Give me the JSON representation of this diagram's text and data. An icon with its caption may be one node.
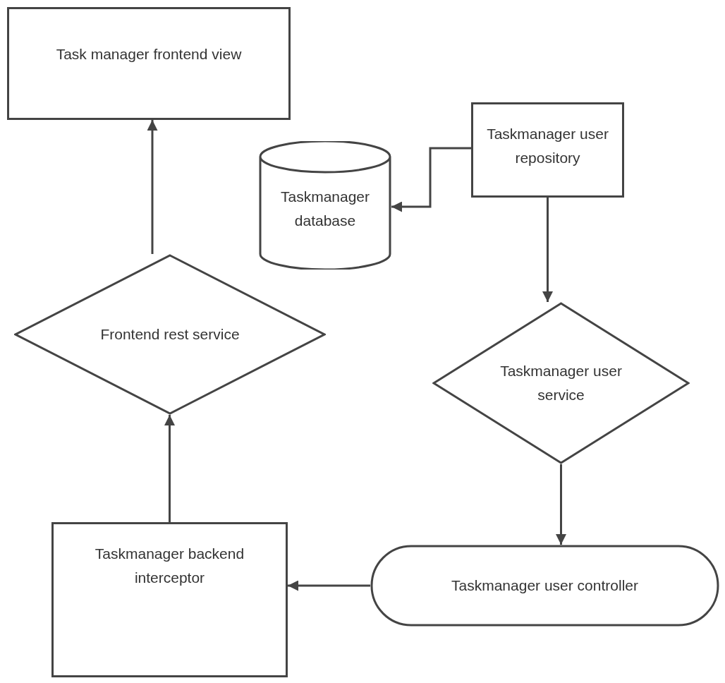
{
  "diagram": {
    "nodes": [
      {
        "text": [
          "Task manager frontend view"
        ]
      },
      {
        "text": [
          "Taskmanager user repository"
        ]
      },
      {
        "text": [
          "Taskmanager database"
        ]
      },
      {
        "text": [
          "Frontend rest service"
        ]
      },
      {
        "text": [
          "Taskmanager user service"
        ]
      },
      {
        "text": [
          "Taskmanager backend interceptor"
        ]
      },
      {
        "text": [
          "Taskmanager user controller"
        ]
      }
    ],
    "edges": [
      {
        "from": 3,
        "to": 0,
        "arrow": "to"
      },
      {
        "from": 1,
        "to": 2,
        "arrow": "to"
      },
      {
        "from": 1,
        "to": 4,
        "arrow": "to"
      },
      {
        "from": 4,
        "to": 6,
        "arrow": "to"
      },
      {
        "from": 6,
        "to": 5,
        "arrow": "to"
      },
      {
        "from": 5,
        "to": 3,
        "arrow": "to"
      }
    ]
  }
}
